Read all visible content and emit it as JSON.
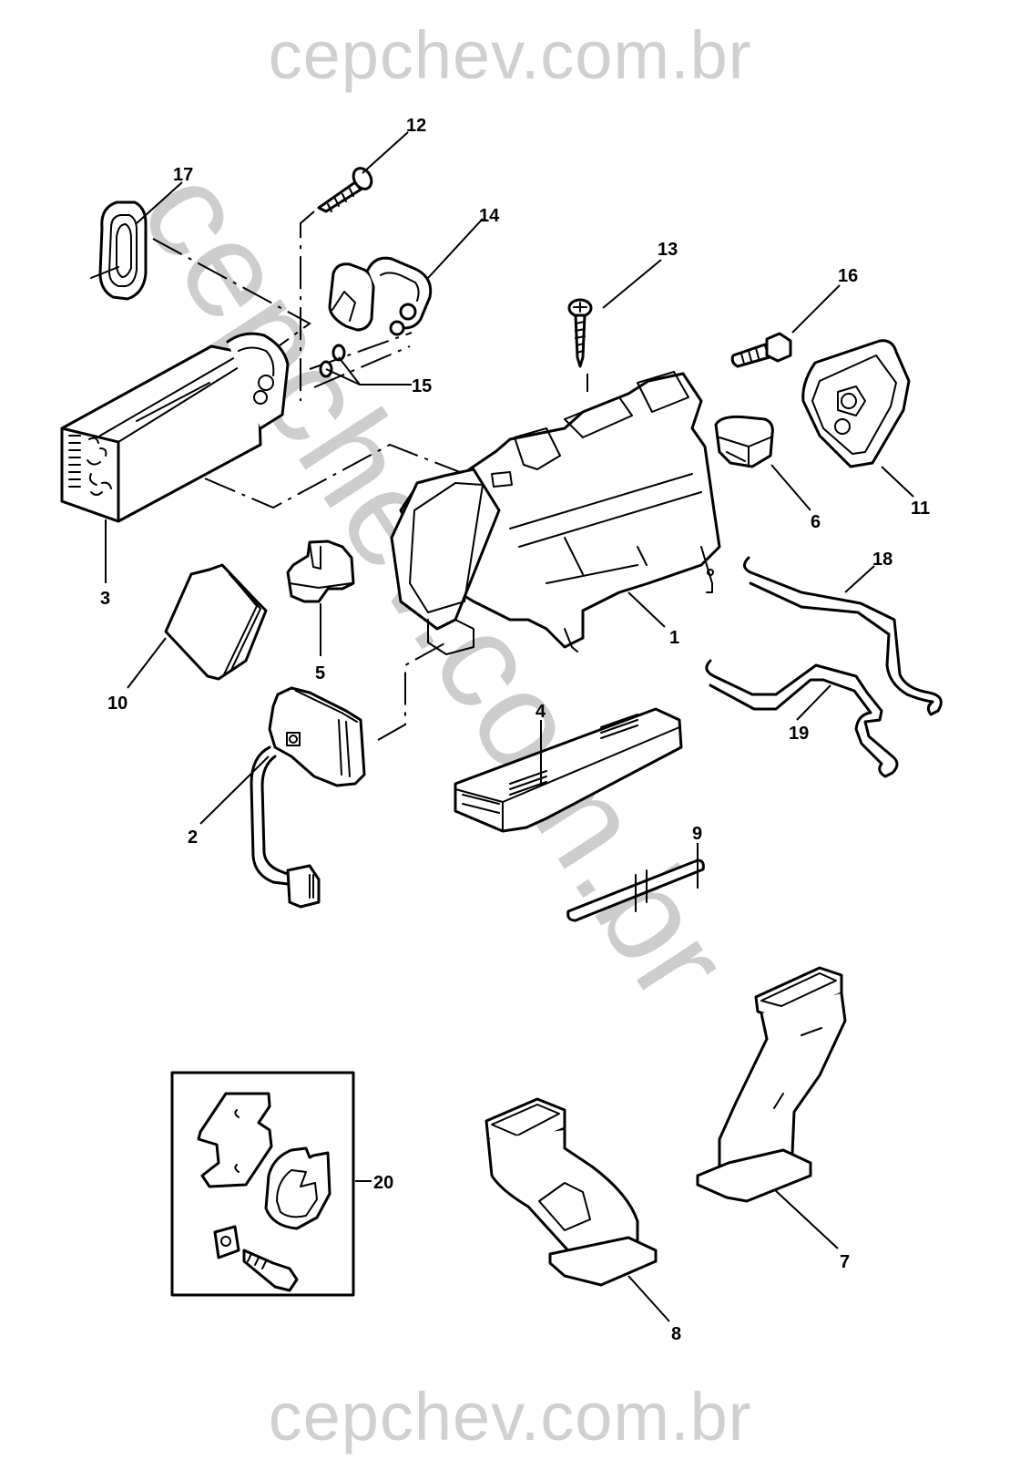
{
  "watermark": {
    "top": "cepchev.com.br",
    "diagonal": "cepchev.com.br",
    "bottom": "cepchev.com.br",
    "color": "#d0d0d0"
  },
  "diagram": {
    "type": "exploded parts diagram",
    "subject": "HVAC / heater-evaporator housing assembly",
    "callouts": [
      {
        "id": "1",
        "label": "1"
      },
      {
        "id": "2",
        "label": "2"
      },
      {
        "id": "3",
        "label": "3"
      },
      {
        "id": "4",
        "label": "4"
      },
      {
        "id": "5",
        "label": "5"
      },
      {
        "id": "6",
        "label": "6"
      },
      {
        "id": "7",
        "label": "7"
      },
      {
        "id": "8",
        "label": "8"
      },
      {
        "id": "9",
        "label": "9"
      },
      {
        "id": "10",
        "label": "10"
      },
      {
        "id": "11",
        "label": "11"
      },
      {
        "id": "12",
        "label": "12"
      },
      {
        "id": "13",
        "label": "13"
      },
      {
        "id": "14",
        "label": "14"
      },
      {
        "id": "15",
        "label": "15"
      },
      {
        "id": "16",
        "label": "16"
      },
      {
        "id": "17",
        "label": "17"
      },
      {
        "id": "18",
        "label": "18"
      },
      {
        "id": "19",
        "label": "19"
      },
      {
        "id": "20",
        "label": "20"
      }
    ]
  }
}
